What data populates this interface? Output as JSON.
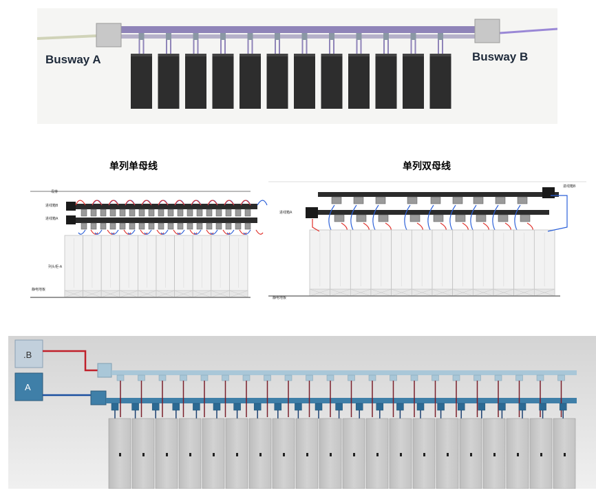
{
  "top_panel": {
    "label_left": "Busway A",
    "label_right": "Busway B",
    "rack_count": 12,
    "colors": {
      "busbar": "#8f84b8",
      "tap": "#8a97a4",
      "rack": "#2d2d2d",
      "feed_left": "#d0d3b8",
      "feed_right": "#9a88d6"
    }
  },
  "middle_panel": {
    "left": {
      "title": "单列单母线",
      "labels": [
        "母排",
        "进线箱B",
        "进线箱A",
        "列头柜-A",
        "静电地板"
      ],
      "rack_count": 10
    },
    "right": {
      "title": "单列双母线",
      "labels": [
        "进线箱B",
        "进线箱A",
        "静电地板"
      ],
      "rack_count": 12
    },
    "colors": {
      "arrow_red": "#e0302a",
      "arrow_blue": "#2a5fd8",
      "bar": "#2b2b2b"
    }
  },
  "bottom_panel": {
    "source_b": ".B",
    "source_a": "A",
    "rack_count": 20,
    "colors": {
      "feed_b": "#c0202a",
      "feed_a": "#1a4fa0",
      "bus_b": "#a9c7d8",
      "bus_a": "#3f7fa8",
      "rack": "#c8c8c8"
    }
  }
}
